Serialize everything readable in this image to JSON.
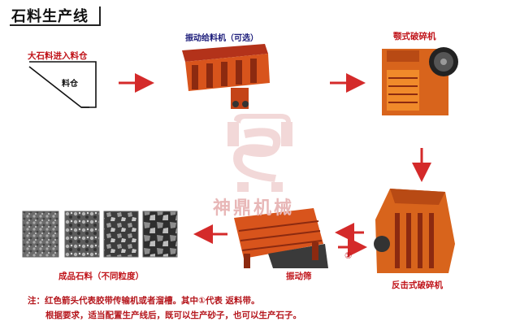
{
  "title": "石料生产线",
  "stages": {
    "hopper": {
      "label": "大石料进入料仓",
      "inner_label": "料仓"
    },
    "feeder": {
      "label": "振动给料机（可选）"
    },
    "jaw": {
      "label": "颚式破碎机"
    },
    "impact": {
      "label": "反击式破碎机"
    },
    "screen": {
      "label": "振动筛"
    },
    "product": {
      "label": "成品石料（不同粒度）"
    }
  },
  "return_marker": "①",
  "watermark": "神鼎机械",
  "notes": {
    "line1": "注：红色箭头代表胶带传输机或者溜槽。其中①代表 返料带。",
    "line2": "根据要求，适当配置生产线后，既可以生产砂子，也可以生产石子。"
  },
  "colors": {
    "arrow": "#d42a2a",
    "machine": "#d8541c",
    "machine_dark": "#8c2a10",
    "watermark": "#e9baba"
  }
}
